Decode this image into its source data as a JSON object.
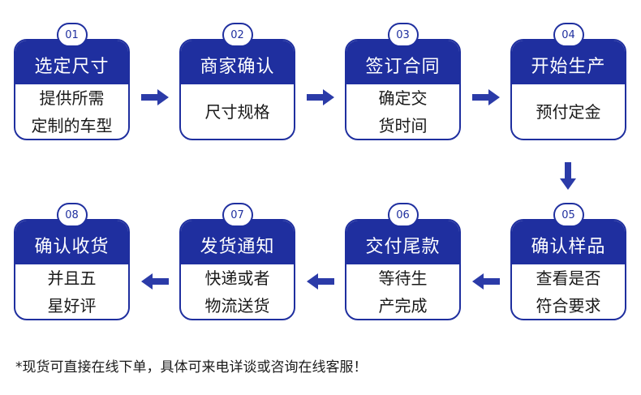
{
  "steps": [
    {
      "num": "01",
      "title": "选定尺寸",
      "lines": [
        "提供所需",
        "定制的车型"
      ]
    },
    {
      "num": "02",
      "title": "商家确认",
      "lines": [
        "尺寸规格"
      ]
    },
    {
      "num": "03",
      "title": "签订合同",
      "lines": [
        "确定交",
        "货时间"
      ]
    },
    {
      "num": "04",
      "title": "开始生产",
      "lines": [
        "预付定金"
      ]
    },
    {
      "num": "05",
      "title": "确认样品",
      "lines": [
        "查看是否",
        "符合要求"
      ]
    },
    {
      "num": "06",
      "title": "交付尾款",
      "lines": [
        "等待生",
        "产完成"
      ]
    },
    {
      "num": "07",
      "title": "发货通知",
      "lines": [
        "快递或者",
        "物流送货"
      ]
    },
    {
      "num": "08",
      "title": "确认收货",
      "lines": [
        "并且五",
        "星好评"
      ]
    }
  ],
  "note": "*现货可直接在线下单，具体可来电详谈或咨询在线客服！",
  "colors": {
    "primary": "#1f2f9f",
    "arrow": "#2b3ba8"
  }
}
